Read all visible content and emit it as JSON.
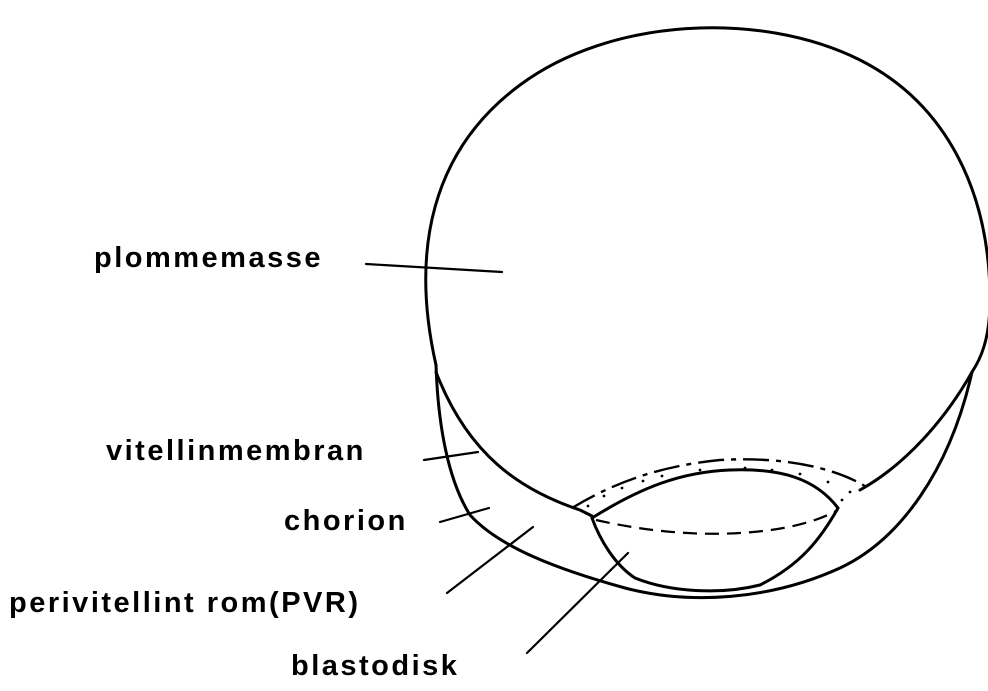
{
  "diagram": {
    "labels": {
      "yolk_mass": "plommemasse",
      "vitelline_membrane": "vitellinmembran",
      "chorion": "chorion",
      "perivitelline_space": "perivitellint rom(PVR)",
      "blastodisc": "blastodisk"
    },
    "colors": {
      "ink": "#000000",
      "paper": "#ffffff"
    }
  }
}
